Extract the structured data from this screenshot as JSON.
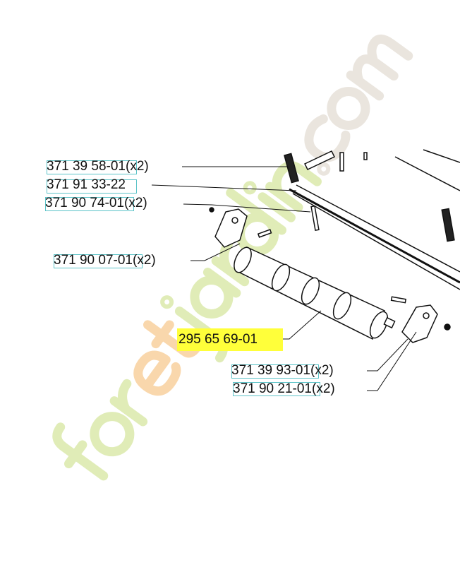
{
  "diagram": {
    "parts": [
      {
        "number": "371 39 58-01",
        "qty": "(x2)"
      },
      {
        "number": "371 91 33-22",
        "qty": ""
      },
      {
        "number": "371 90 74-01",
        "qty": "(x2)"
      },
      {
        "number": "371 90 07-01",
        "qty": "(x2)"
      },
      {
        "number": "295 65 69-01",
        "qty": "",
        "highlighted": true
      },
      {
        "number": "371 39 93-01",
        "qty": "(x2)"
      },
      {
        "number": "371 90 21-01",
        "qty": "(x2)"
      }
    ],
    "highlight_color": "#ffff3a",
    "box_color": "#5cc3c8"
  },
  "watermark": {
    "text": "foretjardin.com"
  }
}
